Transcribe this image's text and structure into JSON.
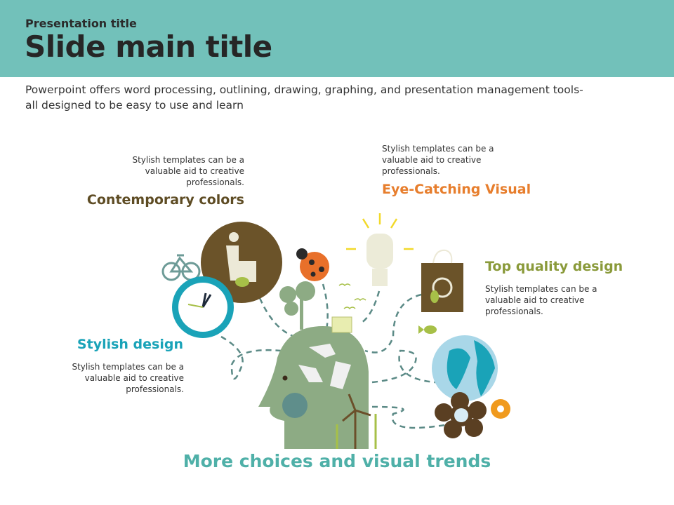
{
  "header": {
    "presentation_title": "Presentation title",
    "slide_title": "Slide main title"
  },
  "intro": "Powerpoint offers word processing, outlining, drawing, graphing, and presentation management tools- all designed to be easy to use and learn",
  "items": [
    {
      "title": "Contemporary colors",
      "body": "Stylish templates can be a valuable aid to creative professionals.",
      "color": "#5e4c24"
    },
    {
      "title": "Eye-Catching Visual",
      "body": "Stylish templates can be a valuable aid to creative professionals.",
      "color": "#e77e2d"
    },
    {
      "title": "Top quality design",
      "body": "Stylish templates can be a valuable aid to creative professionals.",
      "color": "#8a9a3a"
    },
    {
      "title": "Stylish design",
      "body": "Stylish templates can be a valuable aid to creative professionals.",
      "color": "#1aa3b8"
    }
  ],
  "footer": "More choices and visual trends"
}
